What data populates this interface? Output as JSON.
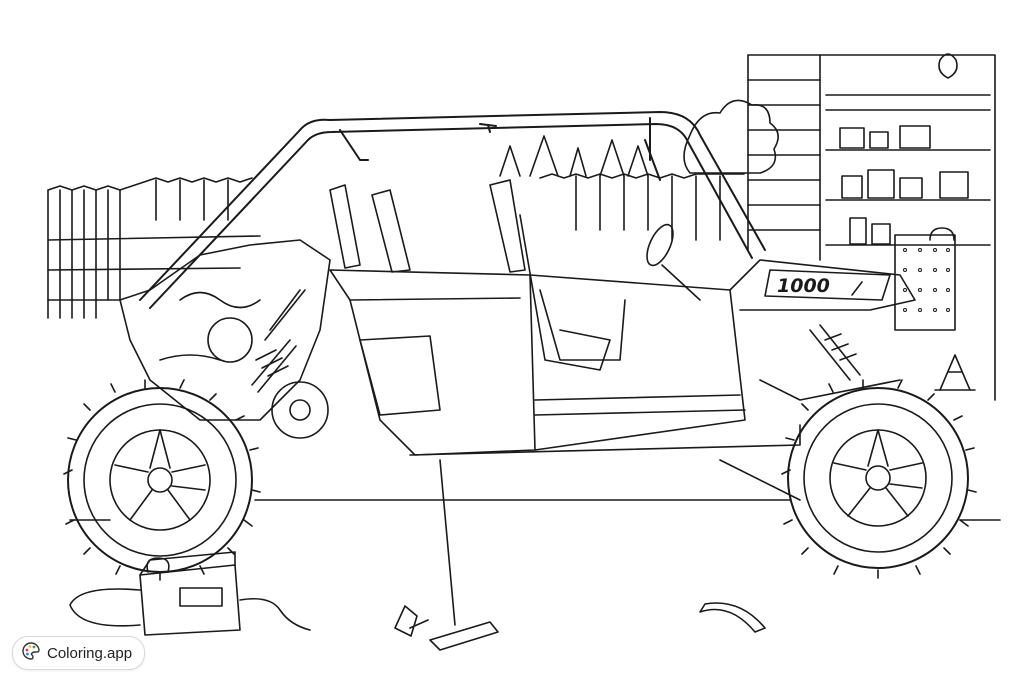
{
  "illustration": {
    "subject": "side-by-side utility vehicle coloring page",
    "model_badge_text": "1000"
  },
  "watermark": {
    "brand_label": "Coloring.app",
    "icon": "palette-icon"
  },
  "colors": {
    "line": "#1a1a1a",
    "background": "#ffffff"
  }
}
